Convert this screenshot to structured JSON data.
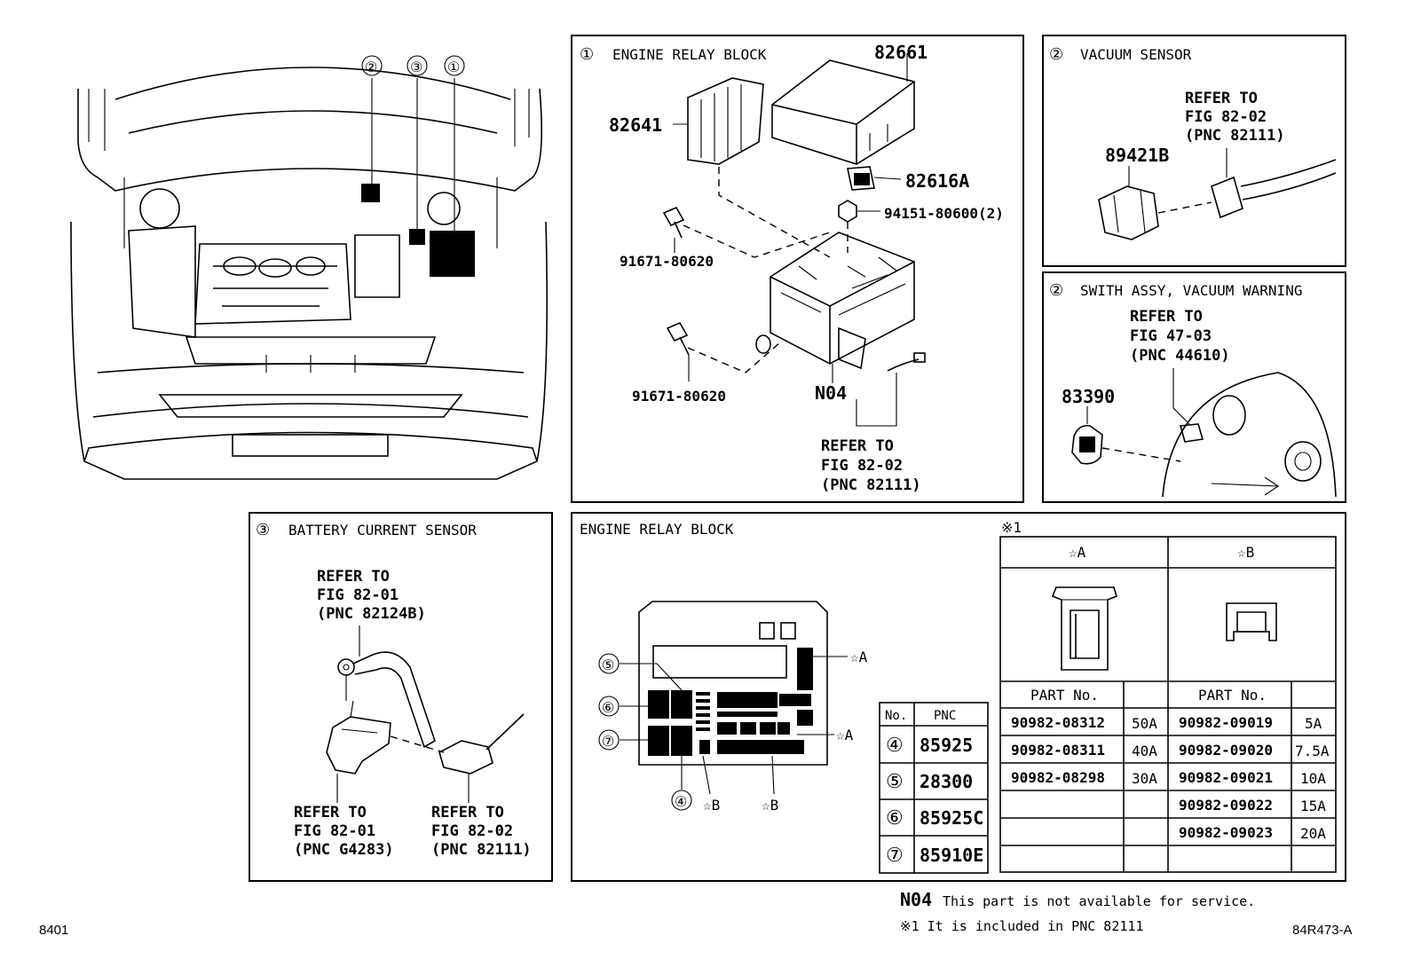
{
  "callout_numbers": [
    "②",
    "③",
    "①"
  ],
  "panel_engine_relay": {
    "title": "ENGINE RELAY BLOCK",
    "num": "①",
    "parts": [
      "82661",
      "82641",
      "82616A",
      "94151-80600(2)",
      "91671-80620",
      "91671-80620",
      "N04"
    ],
    "refer": [
      "REFER TO",
      "FIG 82-02",
      "(PNC 82111)"
    ]
  },
  "panel_vacuum_sensor": {
    "title": "VACUUM SENSOR",
    "num": "②",
    "part": "89421B",
    "refer": [
      "REFER TO",
      "FIG 82-02",
      "(PNC 82111)"
    ]
  },
  "panel_vacuum_switch": {
    "title": "SWITH ASSY, VACUUM WARNING",
    "num": "②",
    "part": "83390",
    "refer": [
      "REFER TO",
      "FIG 47-03",
      "(PNC 44610)"
    ]
  },
  "panel_battery_sensor": {
    "title": "BATTERY CURRENT SENSOR",
    "num": "③",
    "refer_top": [
      "REFER TO",
      "FIG 82-01",
      "(PNC 82124B)"
    ],
    "refer_left": [
      "REFER TO",
      "FIG 82-01",
      "(PNC G4283)"
    ],
    "refer_right": [
      "REFER TO",
      "FIG 82-02",
      "(PNC 82111)"
    ]
  },
  "panel_relay_layout": {
    "title": "ENGINE RELAY BLOCK",
    "callouts": [
      "⑤",
      "⑥",
      "⑦",
      "④"
    ],
    "star_a": "☆A",
    "star_b": "☆B"
  },
  "pnc_table": {
    "headers": [
      "No.",
      "PNC"
    ],
    "rows": [
      {
        "no": "④",
        "pnc": "85925"
      },
      {
        "no": "⑤",
        "pnc": "28300"
      },
      {
        "no": "⑥",
        "pnc": "85925C"
      },
      {
        "no": "⑦",
        "pnc": "85910E"
      }
    ]
  },
  "fuse_table": {
    "note_mark": "※1",
    "col_a": "☆A",
    "col_b": "☆B",
    "part_header": "PART No.",
    "rows_a": [
      {
        "part": "90982-08312",
        "amp": "50A"
      },
      {
        "part": "90982-08311",
        "amp": "40A"
      },
      {
        "part": "90982-08298",
        "amp": "30A"
      }
    ],
    "rows_b": [
      {
        "part": "90982-09019",
        "amp": "5A"
      },
      {
        "part": "90982-09020",
        "amp": "7.5A"
      },
      {
        "part": "90982-09021",
        "amp": "10A"
      },
      {
        "part": "90982-09022",
        "amp": "15A"
      },
      {
        "part": "90982-09023",
        "amp": "20A"
      }
    ]
  },
  "footnotes": {
    "n04_code": "N04",
    "n04_text": "This part is not available for service.",
    "note1": "※1 It is included in PNC 82111"
  },
  "page_id": "8401",
  "figure_code": "84R473-A"
}
